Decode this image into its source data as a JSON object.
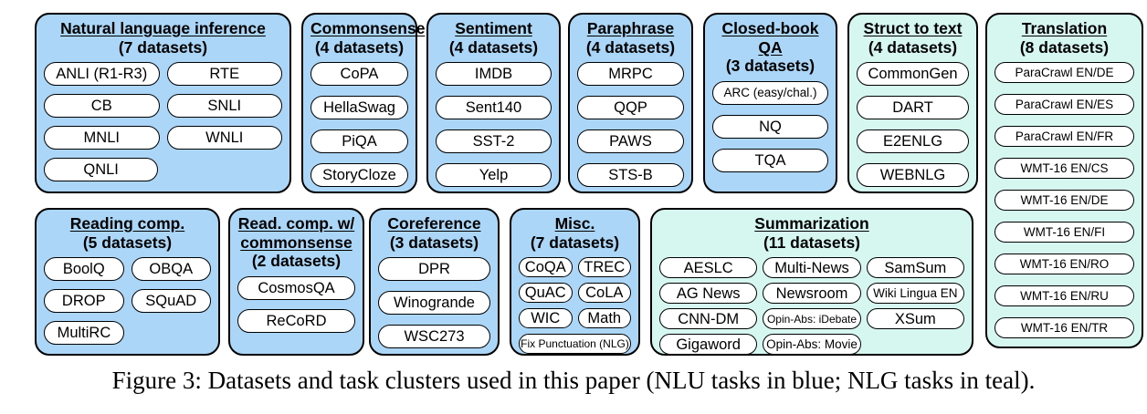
{
  "figure": {
    "caption": "Figure 3: Datasets and task clusters used in this paper (NLU tasks in blue; NLG tasks in teal)."
  },
  "legend": {
    "nlu_color_hex": "#abd6f7",
    "nlg_color_hex": "#d6f7f0",
    "pill_background_hex": "#ffffff",
    "border_color_hex": "#000000"
  },
  "clusters": [
    {
      "id": "nli",
      "title": "Natural language inference",
      "count": "(7 datasets)",
      "task_type": "NLU",
      "datasets": [
        "ANLI (R1-R3)",
        "RTE",
        "CB",
        "SNLI",
        "MNLI",
        "WNLI",
        "QNLI"
      ]
    },
    {
      "id": "commonsense",
      "title": "Commonsense",
      "count": "(4 datasets)",
      "task_type": "NLU",
      "datasets": [
        "CoPA",
        "HellaSwag",
        "PiQA",
        "StoryCloze"
      ]
    },
    {
      "id": "sentiment",
      "title": "Sentiment",
      "count": "(4 datasets)",
      "task_type": "NLU",
      "datasets": [
        "IMDB",
        "Sent140",
        "SST-2",
        "Yelp"
      ]
    },
    {
      "id": "paraphrase",
      "title": "Paraphrase",
      "count": "(4 datasets)",
      "task_type": "NLU",
      "datasets": [
        "MRPC",
        "QQP",
        "PAWS",
        "STS-B"
      ]
    },
    {
      "id": "closed_book_qa",
      "title": "Closed-book QA",
      "count": "(3 datasets)",
      "task_type": "NLU",
      "datasets": [
        "ARC (easy/chal.)",
        "NQ",
        "TQA"
      ]
    },
    {
      "id": "struct_to_text",
      "title": "Struct to text",
      "count": "(4 datasets)",
      "task_type": "NLG",
      "datasets": [
        "CommonGen",
        "DART",
        "E2ENLG",
        "WEBNLG"
      ]
    },
    {
      "id": "translation",
      "title": "Translation",
      "count": "(8 datasets)",
      "task_type": "NLG",
      "datasets": [
        "ParaCrawl EN/DE",
        "ParaCrawl EN/ES",
        "ParaCrawl EN/FR",
        "WMT-16 EN/CS",
        "WMT-16 EN/DE",
        "WMT-16 EN/FI",
        "WMT-16 EN/RO",
        "WMT-16 EN/RU",
        "WMT-16 EN/TR"
      ]
    },
    {
      "id": "reading_comp",
      "title": "Reading comp.",
      "count": "(5 datasets)",
      "task_type": "NLU",
      "datasets": [
        "BoolQ",
        "OBQA",
        "DROP",
        "SQuAD",
        "MultiRC"
      ]
    },
    {
      "id": "read_comp_commonsense",
      "title": "Read. comp. w/ commonsense",
      "count": "(2 datasets)",
      "task_type": "NLU",
      "datasets": [
        "CosmosQA",
        "ReCoRD"
      ]
    },
    {
      "id": "coreference",
      "title": "Coreference",
      "count": "(3 datasets)",
      "task_type": "NLU",
      "datasets": [
        "DPR",
        "Winogrande",
        "WSC273"
      ]
    },
    {
      "id": "misc",
      "title": "Misc.",
      "count": "(7 datasets)",
      "task_type": "NLU",
      "datasets": [
        "CoQA",
        "TREC",
        "QuAC",
        "CoLA",
        "WIC",
        "Math",
        "Fix Punctuation (NLG)"
      ]
    },
    {
      "id": "summarization",
      "title": "Summarization",
      "count": "(11 datasets)",
      "task_type": "NLG",
      "datasets": [
        "AESLC",
        "Multi-News",
        "SamSum",
        "AG News",
        "Newsroom",
        "Wiki Lingua EN",
        "CNN-DM",
        "Opin-Abs: iDebate",
        "XSum",
        "Gigaword",
        "Opin-Abs: Movie"
      ]
    }
  ]
}
